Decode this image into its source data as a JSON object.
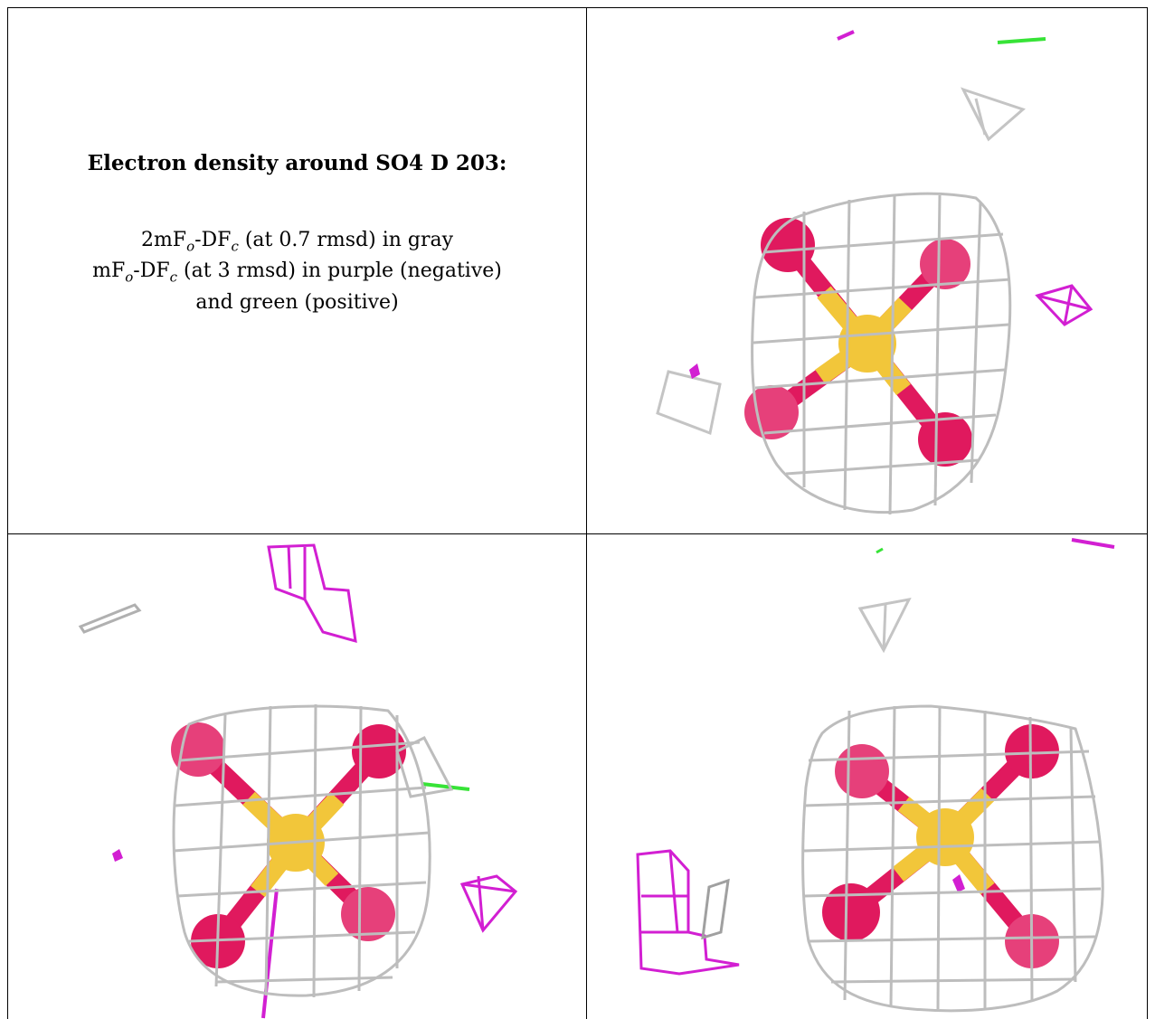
{
  "caption": {
    "title": "Electron density around SO4 D 203:",
    "line1": {
      "a": "2mF",
      "a_sub": "o",
      "b": "-DF",
      "b_sub": "c",
      "rest": " (at 0.7 rmsd) in gray"
    },
    "line2": {
      "a": "mF",
      "a_sub": "o",
      "b": "-DF",
      "b_sub": "c",
      "rest": " (at 3 rmsd) in purple (negative)"
    },
    "line3": "and green (positive)"
  },
  "colors": {
    "mesh_gray": "#bdbdbd",
    "negative_purple": "#d21fd2",
    "positive_green": "#37e337",
    "oxygen": "#e0195e",
    "sulfur": "#f2c63a"
  },
  "views": [
    {
      "name": "view-top-right",
      "icon": "electron-density-render"
    },
    {
      "name": "view-bottom-left",
      "icon": "electron-density-render"
    },
    {
      "name": "view-bottom-right",
      "icon": "electron-density-render"
    }
  ]
}
